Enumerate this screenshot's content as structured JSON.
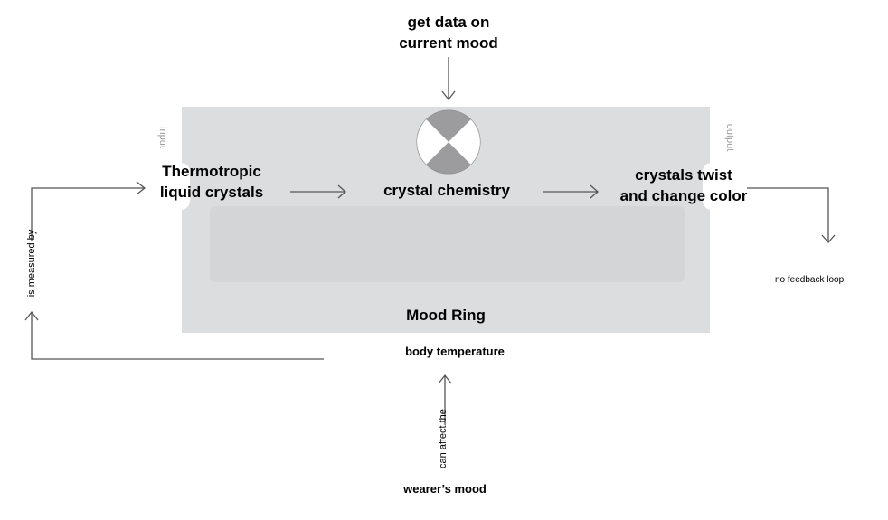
{
  "diagram": {
    "top_label": [
      "get data on",
      "current mood"
    ],
    "system_name": "Mood Ring",
    "input_tag": "input",
    "output_tag": "output",
    "input_node": [
      "Thermotropic",
      "liquid crystals"
    ],
    "process_node": "crystal chemistry",
    "output_node": [
      "crystals twist",
      "and change color"
    ],
    "feedback_note": "no feedback loop",
    "sensor_label": "body temperature",
    "source_label": "wearer’s mood",
    "edge_measured": "is measured by",
    "edge_affect": "can affect the",
    "icon": "quadrant-circle-icon",
    "colors": {
      "box_fill": "#dcdddf",
      "icon_dark": "#9c9c9e",
      "icon_light": "#ffffff",
      "line": "#555555"
    }
  }
}
